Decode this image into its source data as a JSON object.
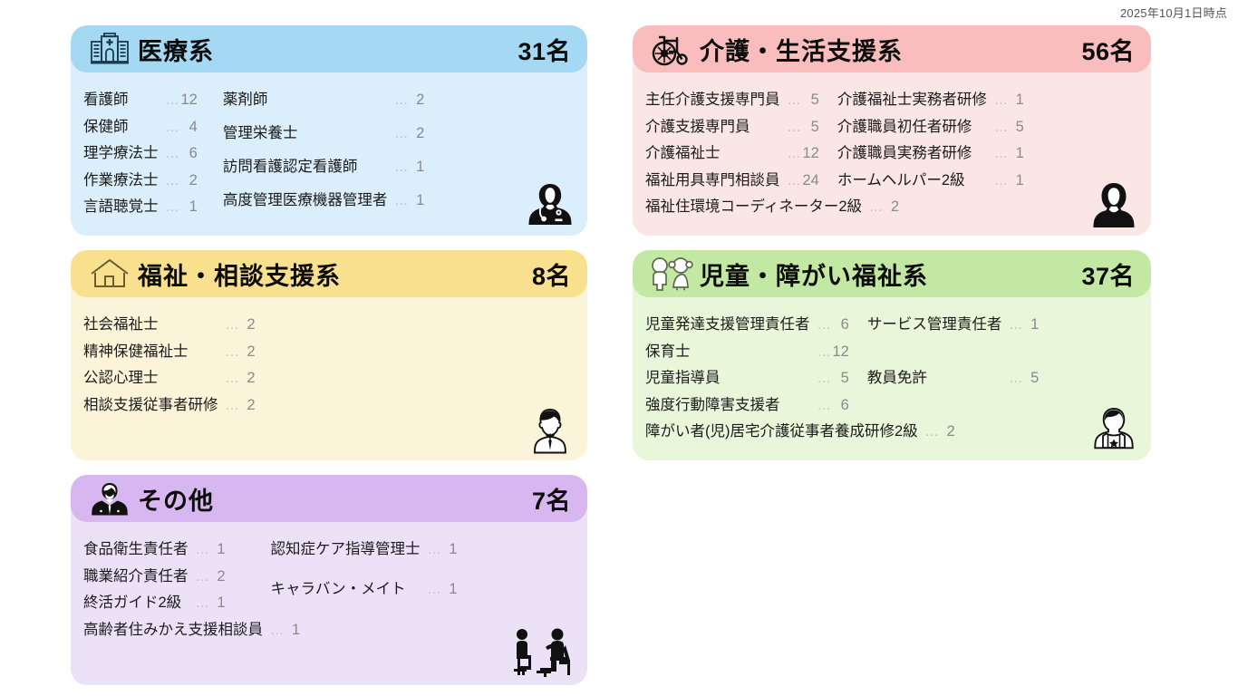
{
  "asof": "2025年10月1日時点",
  "colors": {
    "medical_header": "#a5d8f3",
    "medical_body": "#dbeefb",
    "care_header": "#f9bdbd",
    "care_body": "#fbe6e6",
    "welfare_header": "#f9e08f",
    "welfare_body": "#fcf4d9",
    "children_header": "#c3e8a3",
    "children_body": "#e8f6da",
    "other_header": "#d8b6ef",
    "other_body": "#ece2f8",
    "label_text": "#1b1b1b",
    "number_text": "#8a8a8a",
    "dots": "#bdbdbd"
  },
  "dots": "…",
  "cards": [
    {
      "id": "medical",
      "title": "医療系",
      "count": "31名",
      "icon": "hospital-icon",
      "mascot": "nurse-icon",
      "col1": [
        {
          "label": "看護師",
          "value": "12"
        },
        {
          "label": "保健師",
          "value": "4"
        },
        {
          "label": "理学療法士",
          "value": "6"
        },
        {
          "label": "作業療法士",
          "value": "2"
        },
        {
          "label": "言語聴覚士",
          "value": "1"
        }
      ],
      "col2": [
        {
          "label": "薬剤師",
          "value": "2"
        },
        {
          "label": "管理栄養士",
          "value": "2"
        },
        {
          "label": "訪問看護認定看護師",
          "value": "1"
        },
        {
          "label": "高度管理医療機器管理者",
          "value": "1"
        }
      ],
      "wide": []
    },
    {
      "id": "care",
      "title": "介護・生活支援系",
      "count": "56名",
      "icon": "wheelchair-icon",
      "mascot": "woman-icon",
      "col1": [
        {
          "label": "主任介護支援専門員",
          "value": "5"
        },
        {
          "label": "介護支援専門員",
          "value": "5"
        },
        {
          "label": "介護福祉士",
          "value": "12"
        },
        {
          "label": "福祉用具専門相談員",
          "value": "24"
        }
      ],
      "col2": [
        {
          "label": "介護福祉士実務者研修",
          "value": "1"
        },
        {
          "label": "介護職員初任者研修",
          "value": "5"
        },
        {
          "label": "介護職員実務者研修",
          "value": "1"
        },
        {
          "label": "ホームヘルパー2級",
          "value": "1"
        }
      ],
      "wide": [
        {
          "label": "福祉住環境コーディネーター2級",
          "value": "2"
        }
      ]
    },
    {
      "id": "welfare",
      "title": "福祉・相談支援系",
      "count": "8名",
      "icon": "house-icon",
      "mascot": "man-suit-icon",
      "col1": [
        {
          "label": "社会福祉士",
          "value": "2"
        },
        {
          "label": "精神保健福祉士",
          "value": "2"
        },
        {
          "label": "公認心理士",
          "value": "2"
        },
        {
          "label": "相談支援従事者研修",
          "value": "2"
        }
      ],
      "col2": [],
      "wide": []
    },
    {
      "id": "children",
      "title": "児童・障がい福祉系",
      "count": "37名",
      "icon": "children-icon",
      "mascot": "caregiver-apron-icon",
      "col1": [
        {
          "label": "児童発達支援管理責任者",
          "value": "6"
        },
        {
          "label": "保育士",
          "value": "12"
        },
        {
          "label": "児童指導員",
          "value": "5"
        },
        {
          "label": "強度行動障害支援者",
          "value": "6"
        }
      ],
      "col2": [
        {
          "label": "サービス管理責任者",
          "value": "1"
        },
        {
          "label": "教員免許",
          "value": "5"
        }
      ],
      "wide": [
        {
          "label": "障がい者(児)居宅介護従事者養成研修2級",
          "value": "2"
        }
      ]
    },
    {
      "id": "other",
      "title": "その他",
      "count": "7名",
      "icon": "businessman-icon",
      "mascot": "consultation-icon",
      "col1": [
        {
          "label": "食品衛生責任者",
          "value": "1"
        },
        {
          "label": "職業紹介責任者",
          "value": "2"
        },
        {
          "label": "終活ガイド2級",
          "value": "1"
        }
      ],
      "col2": [
        {
          "label": "認知症ケア指導管理士",
          "value": "1"
        },
        {
          "label": "キャラバン・メイト",
          "value": "1"
        }
      ],
      "wide": [
        {
          "label": "高齢者住みかえ支援相談員",
          "value": "1"
        }
      ]
    }
  ]
}
